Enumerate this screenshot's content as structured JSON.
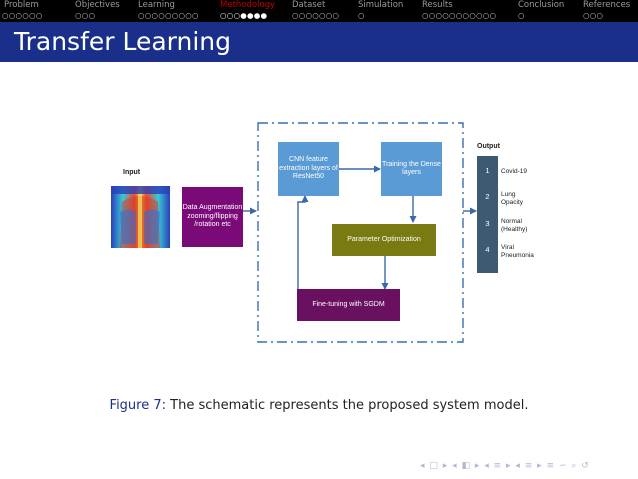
{
  "nav": {
    "sections": [
      {
        "label": "Problem",
        "dots": "○○○○○○",
        "active": false
      },
      {
        "label": "Objectives",
        "dots": "○○○",
        "active": false
      },
      {
        "label": "Learning",
        "dots": "○○○○○○○○○",
        "active": false
      },
      {
        "label": "Methodology",
        "dots": "○○○●●●●",
        "active": true
      },
      {
        "label": "Dataset",
        "dots": "○○○○○○○",
        "active": false
      },
      {
        "label": "Simulation",
        "dots": "○",
        "active": false
      },
      {
        "label": "Results",
        "dots": "○○○○○○○○○○○",
        "active": false
      },
      {
        "label": "Conclusion",
        "dots": "○",
        "active": false
      },
      {
        "label": "References",
        "dots": "○○○",
        "active": false
      }
    ]
  },
  "slide": {
    "title": "Transfer Learning"
  },
  "figure": {
    "input_label": "Input",
    "output_label": "Output",
    "augmentation": "Data Augmentation zooming/flipping /rotation etc",
    "cnn": "CNN feature extraction layers of ResNet50",
    "dense": "Training the Dense layers",
    "param": "Parameter Optimization",
    "finetune": "Fine-tuning with SGDM",
    "outputs": [
      {
        "num": "1",
        "label": "Covid-19"
      },
      {
        "num": "2",
        "label": "Lung Opacity"
      },
      {
        "num": "3",
        "label": "Normal (Healthy)"
      },
      {
        "num": "4",
        "label": "Viral Pneumonia"
      }
    ],
    "colors": {
      "augmentation": "#7a0a78",
      "cnn": "#5b9bd5",
      "dense": "#5b9bd5",
      "param": "#7a7a12",
      "finetune": "#6a1060",
      "output": "#3d5a73",
      "arrow": "#3a68a8",
      "dashed": "#3a6fb0"
    }
  },
  "caption": {
    "figure_num": "Figure 7:",
    "text": "The schematic represents the proposed system model."
  },
  "navigation_symbols": "◂ □ ▸ ◂ ◧ ▸ ◂ ≡ ▸ ◂ ≡ ▸ ≡ ∽ ⌕ ↺"
}
